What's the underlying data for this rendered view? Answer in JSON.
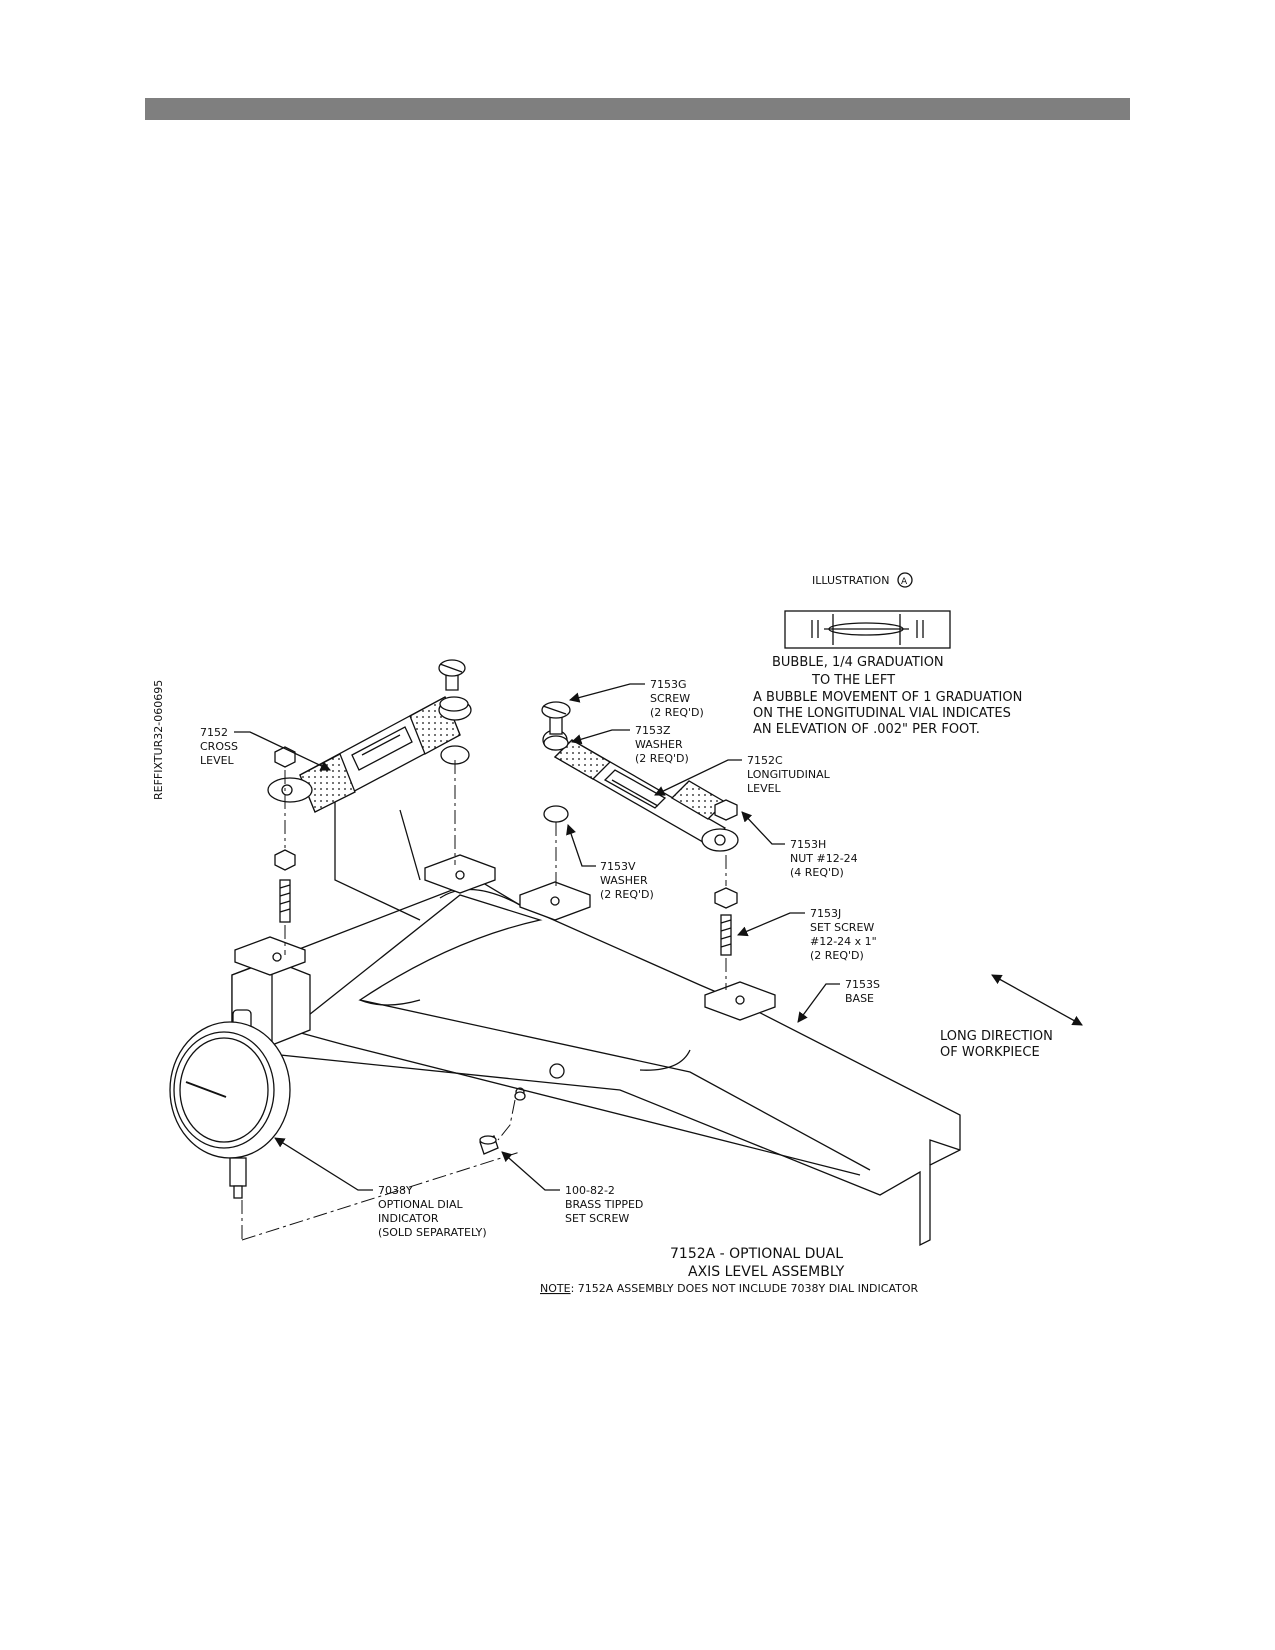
{
  "drawing_id": "REFFIXTUR32-060695",
  "illustration": {
    "title": "ILLUSTRATION",
    "marker": "A",
    "bubble_note": [
      "BUBBLE, 1/4 GRADUATION",
      "TO THE LEFT"
    ],
    "explanation": [
      "A BUBBLE MOVEMENT OF 1 GRADUATION",
      "ON THE LONGITUDINAL VIAL INDICATES",
      "AN ELEVATION OF .002\" PER FOOT."
    ]
  },
  "callouts": {
    "cross_level": [
      "7152",
      "CROSS",
      "LEVEL"
    ],
    "screw": [
      "7153G",
      "SCREW",
      "(2 REQ'D)"
    ],
    "washer_z": [
      "7153Z",
      "WASHER",
      "(2 REQ'D)"
    ],
    "longitudinal_level": [
      "7152C",
      "LONGITUDINAL",
      "LEVEL"
    ],
    "nut": [
      "7153H",
      "NUT #12-24",
      "(4 REQ'D)"
    ],
    "washer_v": [
      "7153V",
      "WASHER",
      "(2 REQ'D)"
    ],
    "set_screw": [
      "7153J",
      "SET SCREW",
      "#12-24 x 1\"",
      "(2 REQ'D)"
    ],
    "base": [
      "7153S",
      "BASE"
    ],
    "dial_indicator": [
      "7038Y",
      "OPTIONAL DIAL",
      "INDICATOR",
      "(SOLD SEPARATELY)"
    ],
    "brass_screw": [
      "100-82-2",
      "BRASS TIPPED",
      "SET SCREW"
    ]
  },
  "direction_label": [
    "LONG DIRECTION",
    "OF WORKPIECE"
  ],
  "caption": {
    "line1": "7152A - OPTIONAL DUAL",
    "line2": "AXIS LEVEL ASSEMBLY",
    "note_prefix": "NOTE",
    "note_text": ": 7152A ASSEMBLY DOES NOT INCLUDE 7038Y DIAL INDICATOR"
  }
}
